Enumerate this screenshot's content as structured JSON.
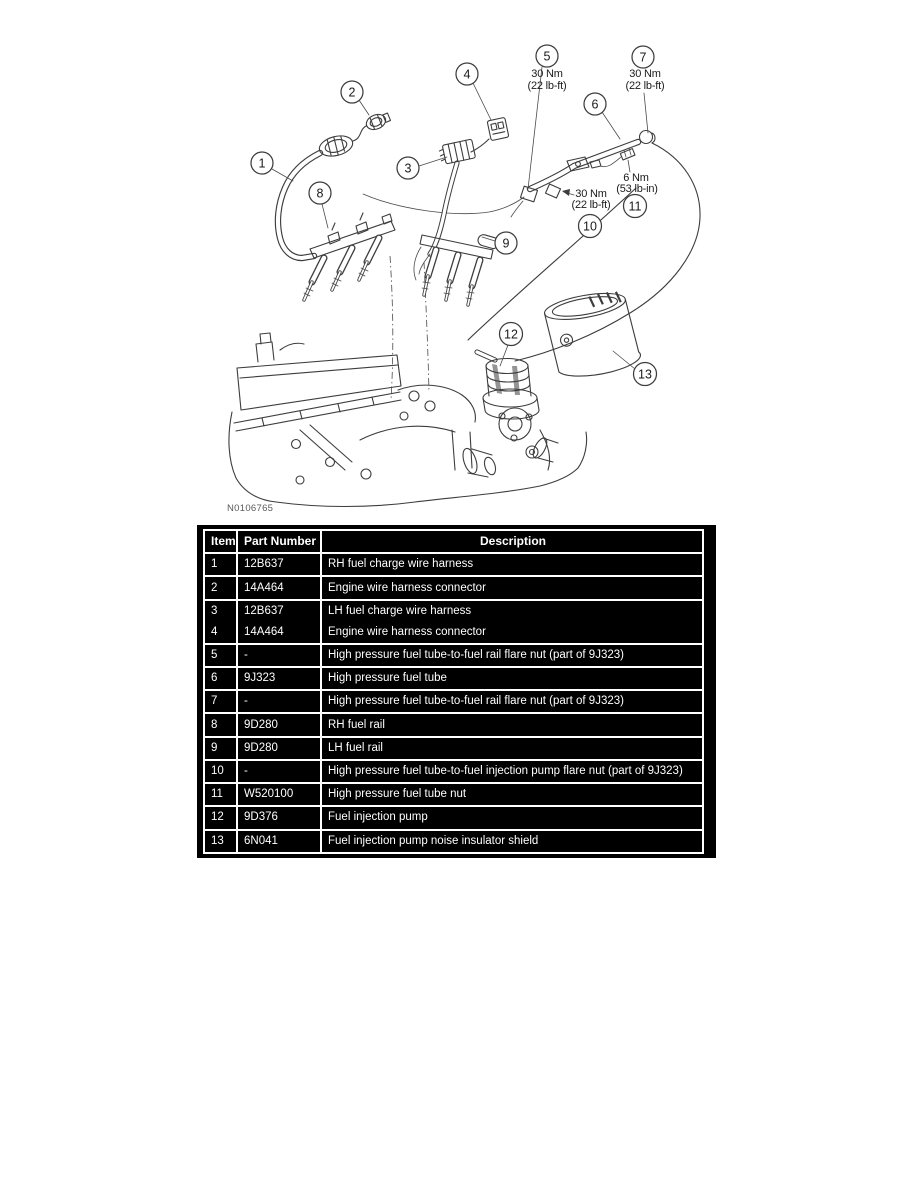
{
  "figure": {
    "ref_label": "N0106765"
  },
  "diagram": {
    "callouts": [
      "1",
      "2",
      "3",
      "4",
      "5",
      "6",
      "7",
      "8",
      "9",
      "10",
      "11",
      "12",
      "13"
    ],
    "torque_labels": [
      {
        "line1": "30 Nm",
        "line2": "(22 lb-ft)"
      },
      {
        "line1": "30 Nm",
        "line2": "(22 lb-ft)"
      },
      {
        "line1": "30 Nm",
        "line2": "(22 lb-ft)"
      },
      {
        "line1": "6 Nm",
        "line2": "(53 lb-in)"
      }
    ]
  },
  "table": {
    "headers": {
      "item": "Item",
      "part_number": "Part Number",
      "description": "Description"
    },
    "rows": [
      {
        "item": "1",
        "part": "12B637",
        "desc": "RH fuel charge wire harness"
      },
      {
        "item": "2",
        "part": "14A464",
        "desc": "Engine wire harness connector"
      },
      {
        "item": "3",
        "part": "12B637",
        "desc": "LH fuel charge wire harness"
      },
      {
        "item": "4",
        "part": "14A464",
        "desc": "Engine wire harness connector"
      },
      {
        "item": "5",
        "part": "-",
        "desc": "High pressure fuel tube-to-fuel rail flare nut (part of 9J323)"
      },
      {
        "item": "6",
        "part": "9J323",
        "desc": "High pressure fuel tube"
      },
      {
        "item": "7",
        "part": "-",
        "desc": "High pressure fuel tube-to-fuel rail flare nut (part of 9J323)"
      },
      {
        "item": "8",
        "part": "9D280",
        "desc": "RH fuel rail"
      },
      {
        "item": "9",
        "part": "9D280",
        "desc": "LH fuel rail"
      },
      {
        "item": "10",
        "part": "-",
        "desc": "High pressure fuel tube-to-fuel injection pump flare nut (part of 9J323)"
      },
      {
        "item": "11",
        "part": "W520100",
        "desc": "High pressure fuel tube nut"
      },
      {
        "item": "12",
        "part": "9D376",
        "desc": "Fuel injection pump"
      },
      {
        "item": "13",
        "part": "6N041",
        "desc": "Fuel injection pump noise insulator shield"
      }
    ]
  }
}
